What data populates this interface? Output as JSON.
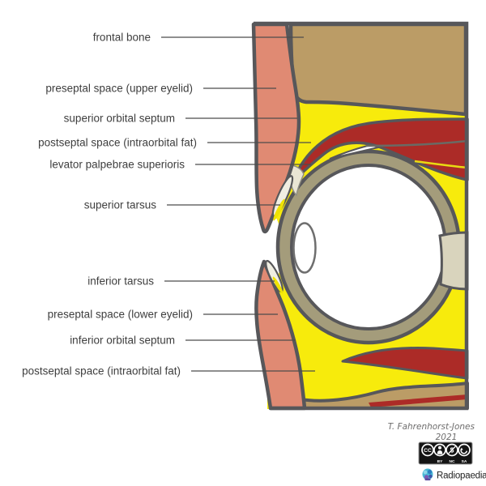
{
  "diagram": {
    "description": "Sagittal diagram of orbital septum and eyelid spaces",
    "labels": [
      {
        "text": "frontal bone"
      },
      {
        "text": "preseptal space (upper eyelid)"
      },
      {
        "text": "superior orbital septum"
      },
      {
        "text": "postseptal space (intraorbital fat)"
      },
      {
        "text": "levator palpebrae superioris"
      },
      {
        "text": "superior tarsus"
      },
      {
        "text": "inferior tarsus"
      },
      {
        "text": "preseptal space (lower eyelid)"
      },
      {
        "text": "inferior orbital septum"
      },
      {
        "text": "postseptal space (intraorbital fat)"
      }
    ],
    "colors": {
      "bone": "#bb9c66",
      "skin": "#e08a73",
      "fat": "#f7eb0c",
      "muscle": "#ac2b27",
      "sclera_ring": "#a49c7b",
      "tendon_beige": "#d9d4bd",
      "tarsus_cream": "#f0eee2",
      "outline": "#57575a"
    }
  },
  "attribution": {
    "author": "T. Fahrenhorst-Jones",
    "year": "2021"
  },
  "license": {
    "cc_letters": "CC",
    "terms": [
      "BY",
      "NC",
      "SA"
    ]
  },
  "branding": {
    "wordmark": "Radiopaedia"
  }
}
